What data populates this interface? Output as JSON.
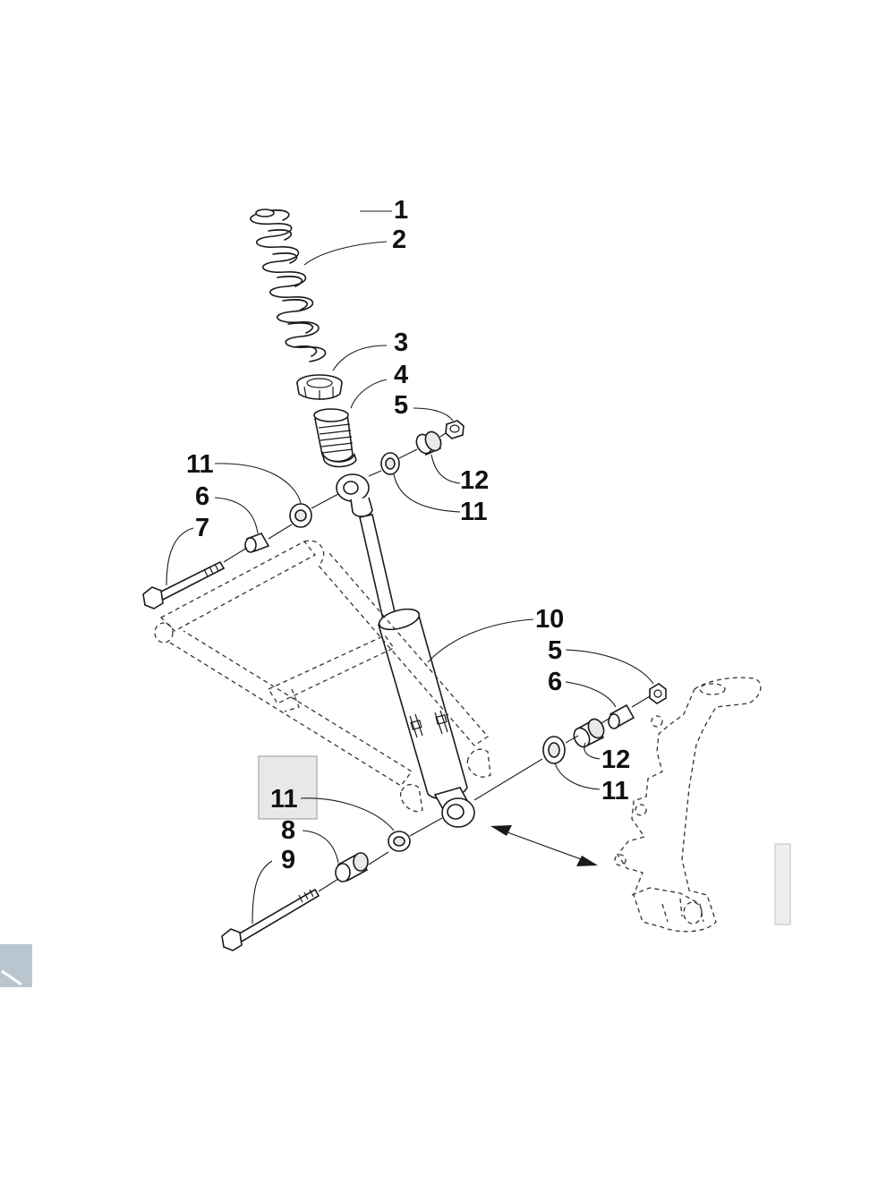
{
  "callouts": {
    "c1": "1",
    "c2": "2",
    "c3": "3",
    "c4": "4",
    "c5_top": "5",
    "c12_top": "12",
    "c11_top_right": "11",
    "c11_top_left": "11",
    "c6_top": "6",
    "c7": "7",
    "c10": "10",
    "c5_right": "5",
    "c6_right": "6",
    "c12_right": "12",
    "c11_right": "11",
    "c11_bottom": "11",
    "c8": "8",
    "c9": "9"
  },
  "colors": {
    "line": "#1a1a1a",
    "highlight_box": "#e8e8e8",
    "highlight_border": "#b5b5b5"
  }
}
